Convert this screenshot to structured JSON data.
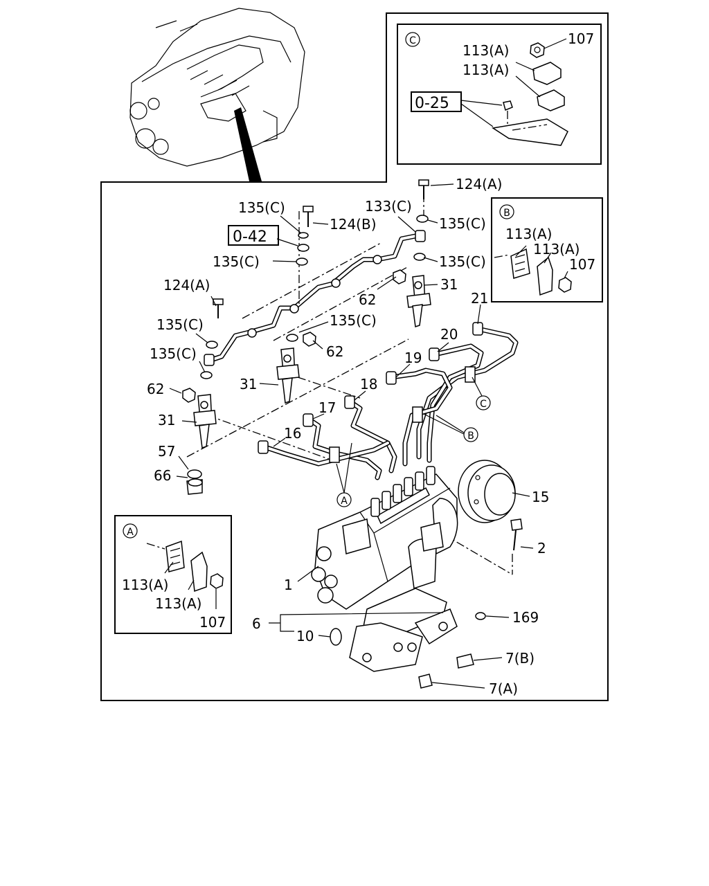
{
  "callouts": {
    "c107": "107",
    "c113a_1": "113(A)",
    "c113a_2": "113(A)",
    "c0_25": "0-25",
    "c124a_top": "124(A)",
    "c135c_1": "135(C)",
    "c124b": "124(B)",
    "c133c": "133(C)",
    "c135c_2": "135(C)",
    "c0_42": "0-42",
    "c135c_3": "135(C)",
    "c135c_4": "135(C)",
    "c124a_left": "124(A)",
    "c31_top": "31",
    "c62_top": "62",
    "c21": "21",
    "c135c_5": "135(C)",
    "c135c_6": "135(C)",
    "c62_mid": "62",
    "c20": "20",
    "c135c_7": "135(C)",
    "c19": "19",
    "c62_left": "62",
    "c31_mid": "31",
    "c18": "18",
    "c17": "17",
    "c31_left": "31",
    "c16": "16",
    "c57": "57",
    "c66": "66",
    "c15": "15",
    "c2": "2",
    "c1": "1",
    "c6": "6",
    "c169": "169",
    "c10": "10",
    "c7b": "7(B)",
    "c7a": "7(A)",
    "b_113a_1": "113(A)",
    "b_113a_2": "113(A)",
    "b_107": "107",
    "a_113a_1": "113(A)",
    "a_113a_2": "113(A)",
    "a_107": "107"
  },
  "markers": {
    "a": "A",
    "b": "B",
    "c": "C"
  },
  "colors": {
    "ink": "#000000",
    "paper": "#ffffff"
  }
}
